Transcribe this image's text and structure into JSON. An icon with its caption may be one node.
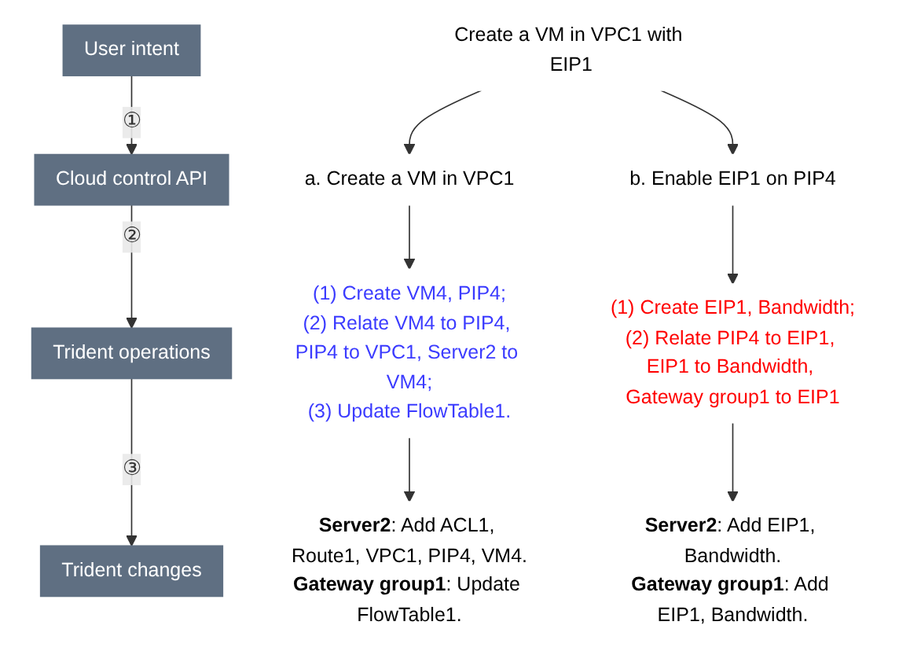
{
  "diagram": {
    "nodes": [
      {
        "text": [
          "User intent"
        ]
      },
      {
        "text": [
          "Cloud control API"
        ]
      },
      {
        "text": [
          "Trident operations"
        ]
      },
      {
        "text": [
          "Trident changes"
        ]
      },
      {
        "text": [
          "Create a VM in VPC1 with EIP1"
        ]
      },
      {
        "text": [
          "a. Create a VM in VPC1"
        ]
      },
      {
        "text": [
          "b. Enable EIP1 on PIP4"
        ]
      },
      {
        "text": [
          "(1) Create VM4, PIP4;",
          "(2) Relate VM4 to PIP4, PIP4 to VPC1, Server2 to VM4;",
          "(3) Update FlowTable1."
        ]
      },
      {
        "text": [
          "(1) Create EIP1, Bandwidth;",
          "(2) Relate PIP4 to EIP1, EIP1 to Bandwidth, Gateway group1 to EIP1"
        ]
      },
      {
        "text": [
          "**Server2**: Add ACL1, Route1, VPC1, PIP4, VM4.",
          "**Gateway group1**: Update FlowTable1."
        ]
      },
      {
        "text": [
          "**Server2**: Add EIP1, Bandwidth.",
          "**Gateway group1**: Add EIP1, Bandwidth."
        ]
      }
    ],
    "edges": [
      {
        "from": 0,
        "to": 1,
        "arrow": "to",
        "label": "①"
      },
      {
        "from": 1,
        "to": 2,
        "arrow": "to",
        "label": "②"
      },
      {
        "from": 2,
        "to": 3,
        "arrow": "to",
        "label": "③"
      },
      {
        "from": 4,
        "to": 5,
        "arrow": "to"
      },
      {
        "from": 4,
        "to": 6,
        "arrow": "to"
      },
      {
        "from": 5,
        "to": 7,
        "arrow": "to"
      },
      {
        "from": 6,
        "to": 8,
        "arrow": "to"
      },
      {
        "from": 7,
        "to": 9,
        "arrow": "to"
      },
      {
        "from": 8,
        "to": 10,
        "arrow": "to"
      }
    ]
  }
}
